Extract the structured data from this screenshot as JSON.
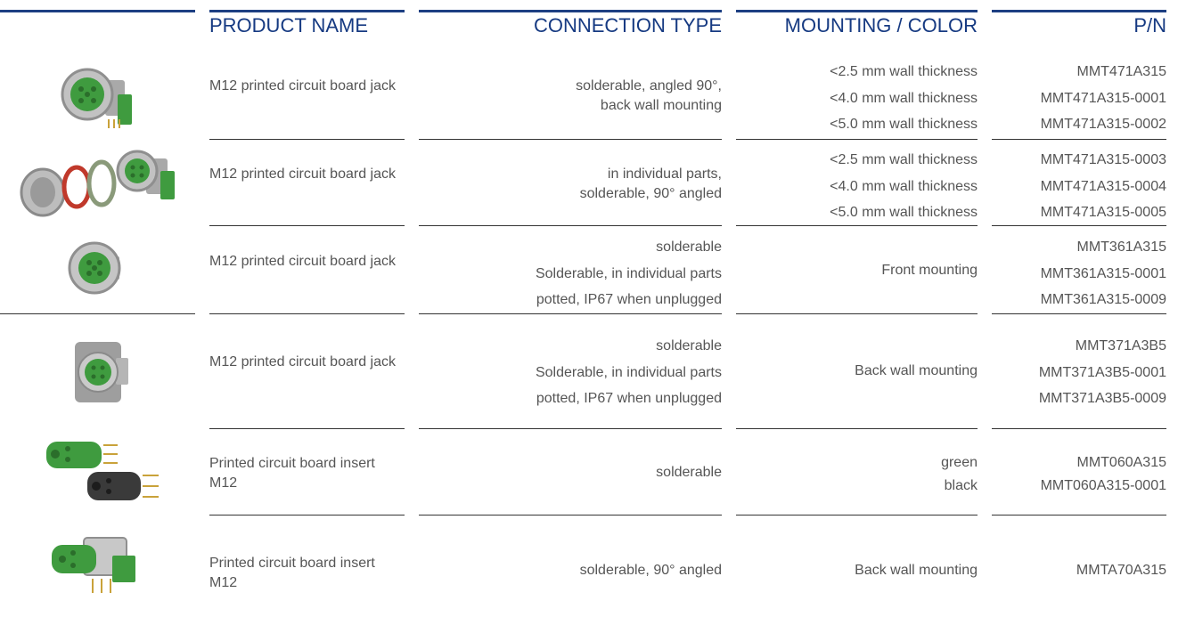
{
  "headers": {
    "product_name": "PRODUCT NAME",
    "connection_type": "CONNECTION TYPE",
    "mounting_color": "MOUNTING / COLOR",
    "pn": "P/N"
  },
  "colors": {
    "header_blue": "#163a82",
    "rule_blue": "#1d3f82",
    "connector_green": "#3f9b3f",
    "metal": "#b8b8b8"
  },
  "rows": [
    {
      "image": "m12-angled-jack-image",
      "product": "M12 printed circuit board jack",
      "connection": [
        "solderable, angled 90°,",
        "back wall mounting"
      ],
      "mounting": [
        "<2.5 mm wall thickness",
        "<4.0 mm wall thickness",
        "<5.0 mm wall thickness"
      ],
      "pn": [
        "MMT471A315",
        "MMT471A315-0001",
        "MMT471A315-0002"
      ]
    },
    {
      "image": "m12-individual-parts-image",
      "product": "M12 printed circuit board jack",
      "connection": [
        "in individual parts,",
        "solderable, 90° angled"
      ],
      "mounting": [
        "<2.5 mm wall thickness",
        "<4.0 mm wall thickness",
        "<5.0 mm wall thickness"
      ],
      "pn": [
        "MMT471A315-0003",
        "MMT471A315-0004",
        "MMT471A315-0005"
      ]
    },
    {
      "image": "m12-front-mount-jack-image",
      "product": "M12 printed circuit board jack",
      "connection": [
        "solderable",
        "Solderable, in individual parts",
        "potted, IP67 when unplugged"
      ],
      "mounting": [
        "Front mounting"
      ],
      "pn": [
        "MMT361A315",
        "MMT361A315-0001",
        "MMT361A315-0009"
      ]
    },
    {
      "image": "m12-back-mount-jack-image",
      "product": "M12 printed circuit board jack",
      "connection": [
        "solderable",
        "Solderable, in individual parts",
        "potted, IP67 when unplugged"
      ],
      "mounting": [
        "Back wall mounting"
      ],
      "pn": [
        "MMT371A3B5",
        "MMT371A3B5-0001",
        "MMT371A3B5-0009"
      ]
    },
    {
      "image": "pcb-insert-green-black-image",
      "product": "Printed circuit board insert M12",
      "connection": [
        "solderable"
      ],
      "mounting": [
        "green",
        "black"
      ],
      "pn": [
        "MMT060A315",
        "MMT060A315-0001"
      ]
    },
    {
      "image": "pcb-insert-angled-image",
      "product": "Printed circuit board insert M12",
      "connection": [
        "solderable, 90° angled"
      ],
      "mounting": [
        "Back wall mounting"
      ],
      "pn": [
        "MMTA70A315"
      ]
    }
  ]
}
